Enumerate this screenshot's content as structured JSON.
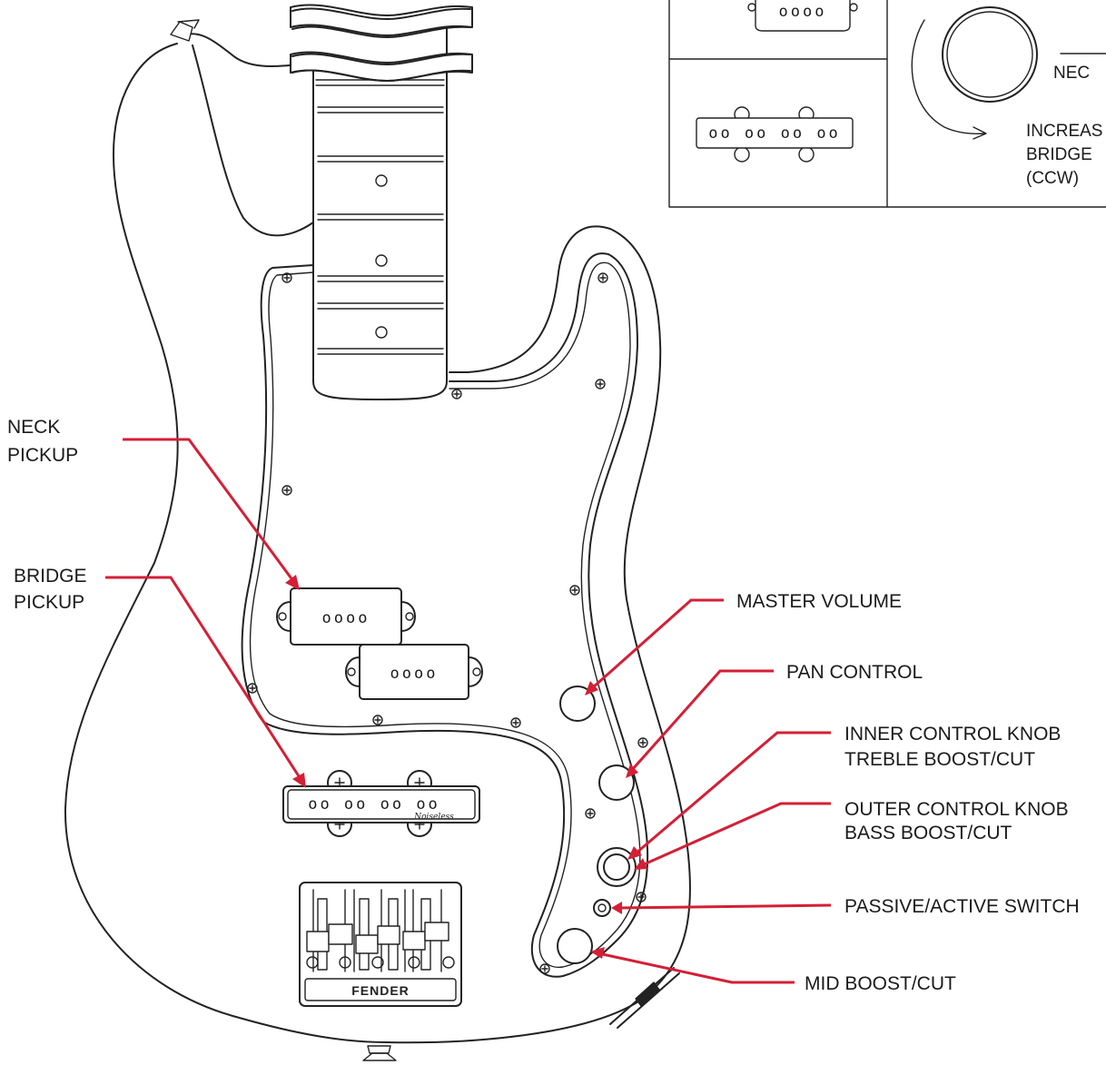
{
  "callouts": {
    "neck_pickup": [
      "NECK",
      "PICKUP"
    ],
    "bridge_pickup": [
      "BRIDGE",
      "PICKUP"
    ],
    "master_volume": "MASTER VOLUME",
    "pan_control": "PAN CONTROL",
    "inner_knob": [
      "INNER CONTROL KNOB",
      "TREBLE BOOST/CUT"
    ],
    "outer_knob": [
      "OUTER CONTROL KNOB",
      "BASS BOOST/CUT"
    ],
    "passive_active": "PASSIVE/ACTIVE SWITCH",
    "mid_boost": "MID BOOST/CUT"
  },
  "inset": {
    "neck_label": "NEC",
    "increase_lines": [
      "INCREAS",
      "BRIDGE",
      "(CCW)"
    ]
  },
  "pickup_poles": {
    "p_top": "oooo",
    "p_bottom": "oooo",
    "j_pickup": "oo oo oo oo",
    "inset_p": "oooo",
    "inset_j": "oo oo oo oo"
  },
  "brand": {
    "bridge_logo": "FENDER",
    "pickup_signature": "Noiseless"
  },
  "colors": {
    "leader_red": "#d41f36",
    "line": "#222222"
  }
}
